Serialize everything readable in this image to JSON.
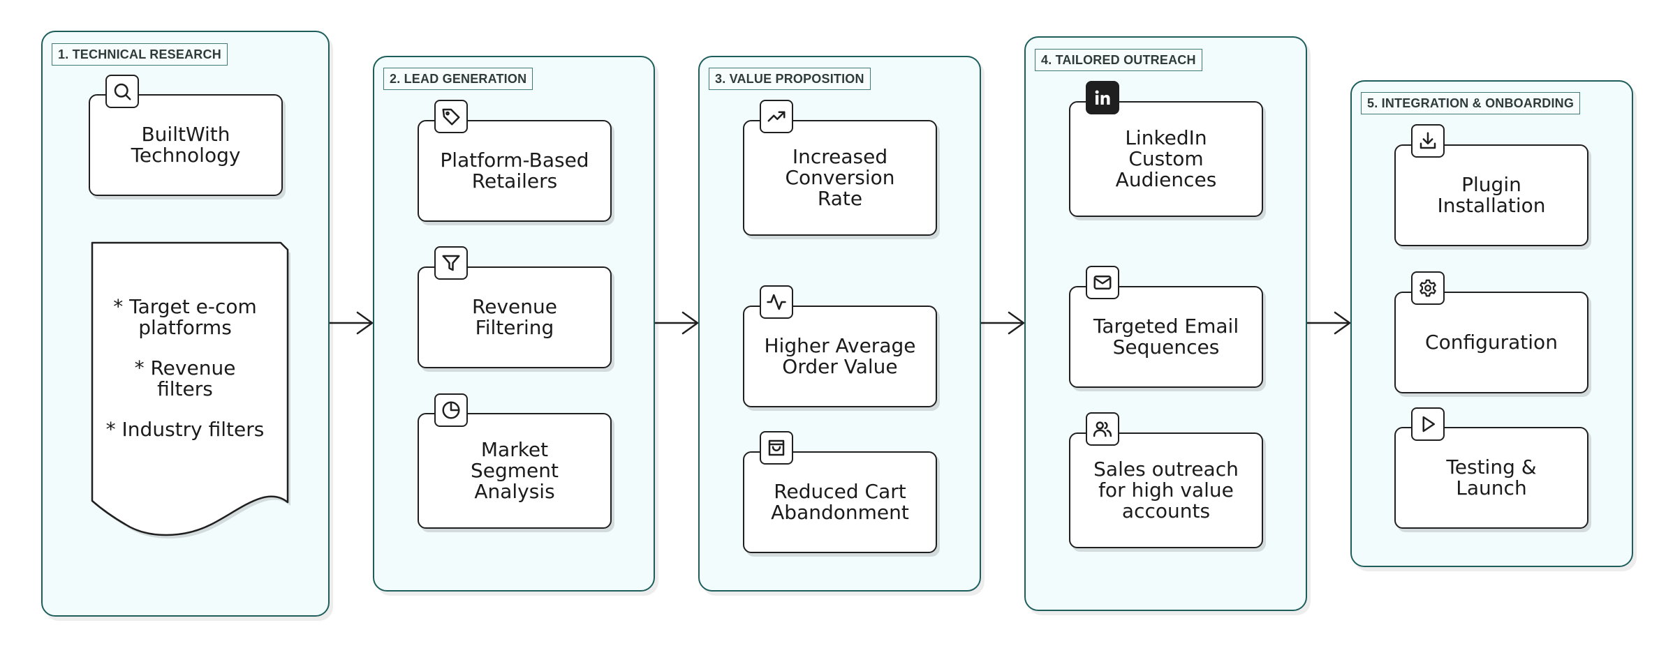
{
  "groups": [
    {
      "label": "1. TECHNICAL RESEARCH",
      "card": "BuiltWith\nTechnology",
      "card_icon": "search-icon",
      "note_lines": [
        "* Target e-com\nplatforms",
        "* Revenue\nfilters",
        "* Industry filters"
      ]
    },
    {
      "label": "2. LEAD GENERATION",
      "cards": [
        {
          "text": "Platform-Based\nRetailers",
          "icon": "tag-icon"
        },
        {
          "text": "Revenue\nFiltering",
          "icon": "filter-icon"
        },
        {
          "text": "Market\nSegment\nAnalysis",
          "icon": "pie-chart-icon"
        }
      ]
    },
    {
      "label": "3. VALUE PROPOSITION",
      "cards": [
        {
          "text": "Increased\nConversion\nRate",
          "icon": "trending-up-icon"
        },
        {
          "text": "Higher Average\nOrder Value",
          "icon": "activity-icon"
        },
        {
          "text": "Reduced Cart\nAbandonment",
          "icon": "shopping-bag-icon"
        }
      ]
    },
    {
      "label": "4. TAILORED OUTREACH",
      "cards": [
        {
          "text": "LinkedIn\nCustom\nAudiences",
          "icon": "linkedin-icon"
        },
        {
          "text": "Targeted Email\nSequences",
          "icon": "mail-icon"
        },
        {
          "text": "Sales outreach\nfor high value\naccounts",
          "icon": "users-icon"
        }
      ]
    },
    {
      "label": "5. INTEGRATION & ONBOARDING",
      "cards": [
        {
          "text": "Plugin\nInstallation",
          "icon": "download-icon"
        },
        {
          "text": "Configuration",
          "icon": "gear-icon"
        },
        {
          "text": "Testing &\nLaunch",
          "icon": "play-icon"
        }
      ]
    }
  ],
  "colors": {
    "group_border": "#1d5e5c",
    "group_fill": "#f3fcfd",
    "card_border": "#1f1f1f",
    "text": "#1b1b1b"
  }
}
